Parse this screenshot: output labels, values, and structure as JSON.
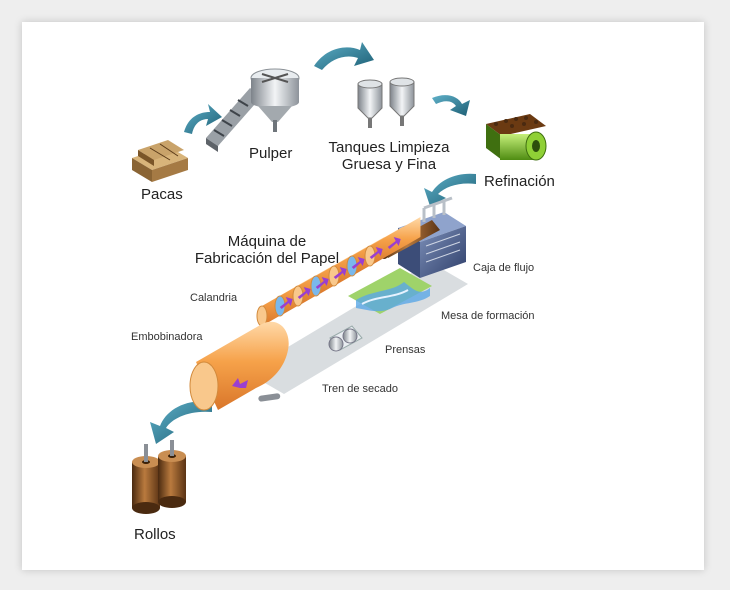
{
  "labels": {
    "pacas": "Pacas",
    "pulper": "Pulper",
    "tanques_line1": "Tanques Limpieza",
    "tanques_line2": "Gruesa y Fina",
    "refinacion": "Refinación",
    "maquina_line1": "Máquina de",
    "maquina_line2": "Fabricación del Papel",
    "calandria": "Calandria",
    "embobinadora": "Embobinadora",
    "caja_flujo": "Caja de flujo",
    "mesa_formacion": "Mesa de formación",
    "prensas": "Prensas",
    "tren_secado": "Tren de secado",
    "rollos": "Rollos"
  },
  "colors": {
    "arrow": "#2e7e96",
    "roller": "#f6a24a",
    "felt_purple": "#9a3fd0",
    "water_blue": "#5aa8e6",
    "machine_grey": "#8a8f96",
    "refiner_green": "#7cc22a",
    "bales": "#a5824e",
    "rolls": "#7a4a1e"
  },
  "icons": {
    "flow_arrow": "curved-arrow-icon",
    "bales": "paper-bales-icon",
    "pulper": "pulper-icon",
    "tanks": "cleaning-tanks-icon",
    "refiner": "refiner-icon",
    "machine": "paper-machine-icon",
    "rolls": "paper-rolls-icon"
  }
}
